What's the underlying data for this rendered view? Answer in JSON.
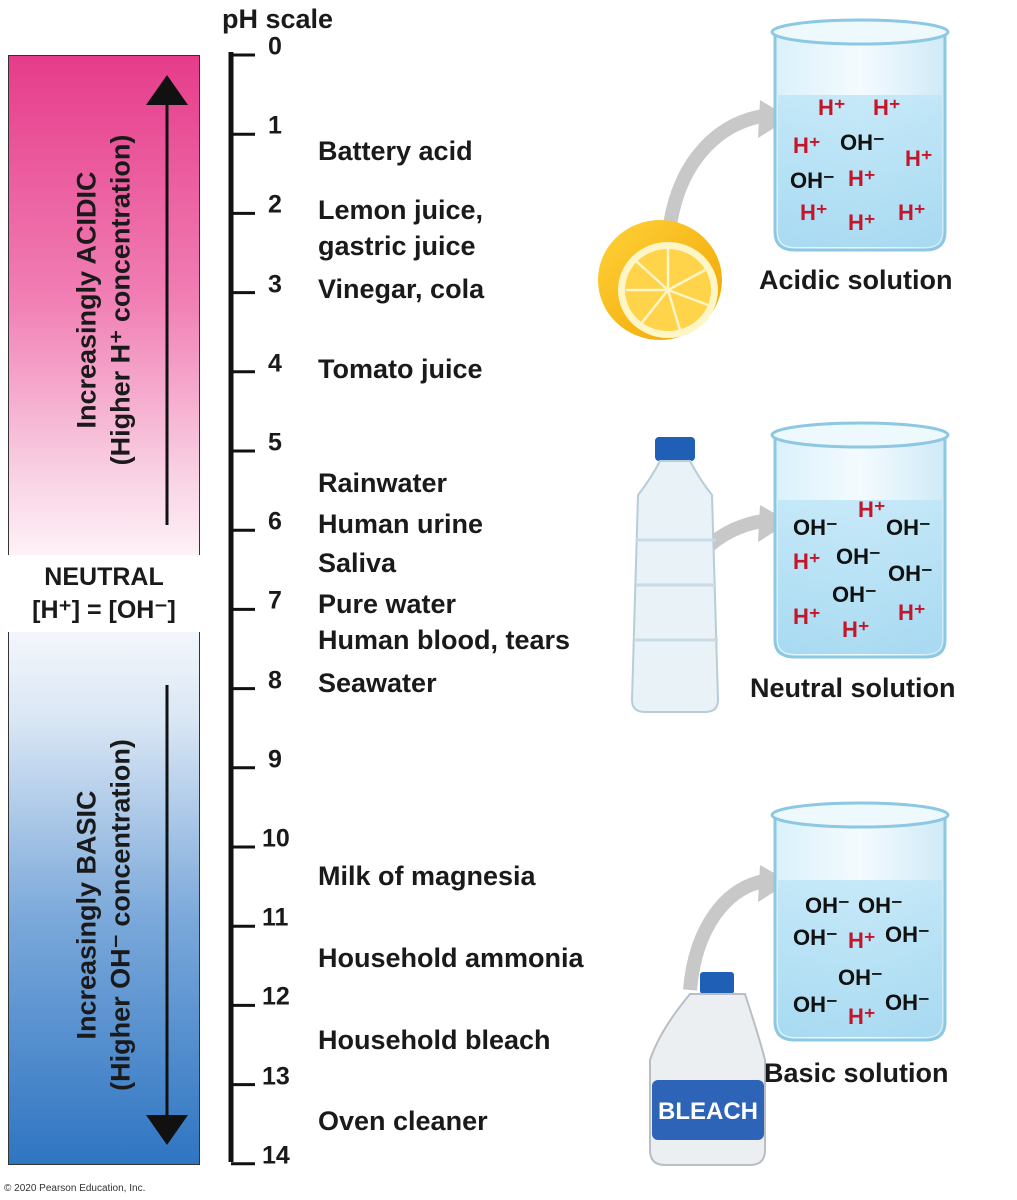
{
  "scale_title": "pH scale",
  "ticks": [
    "0",
    "1",
    "2",
    "3",
    "4",
    "5",
    "6",
    "7",
    "8",
    "9",
    "10",
    "11",
    "12",
    "13",
    "14"
  ],
  "acidic_side": {
    "line1": "Increasingly ACIDIC",
    "line2": "(Higher H⁺ concentration)"
  },
  "basic_side": {
    "line1": "Increasingly BASIC",
    "line2": "(Higher OH⁻ concentration)"
  },
  "neutral": {
    "line1": "NEUTRAL",
    "line2": "[H⁺] = [OH⁻]"
  },
  "examples": [
    "Battery acid",
    "Lemon juice,",
    "gastric juice",
    "Vinegar, cola",
    "Tomato juice",
    "Rainwater",
    "Human urine",
    "Saliva",
    "Pure water",
    "Human blood, tears",
    "Seawater",
    "Milk of magnesia",
    "Household ammonia",
    "Household bleach",
    "Oven cleaner"
  ],
  "solutions": {
    "acidic": "Acidic solution",
    "neutral": "Neutral solution",
    "basic": "Basic solution"
  },
  "ions": {
    "h": "H⁺",
    "oh": "OH⁻"
  },
  "bleach_label": "BLEACH",
  "copyright": "© 2020 Pearson Education, Inc.",
  "colors": {
    "acid": "#e63c8a",
    "base": "#2f75c2",
    "h_ion": "#c4162a"
  }
}
